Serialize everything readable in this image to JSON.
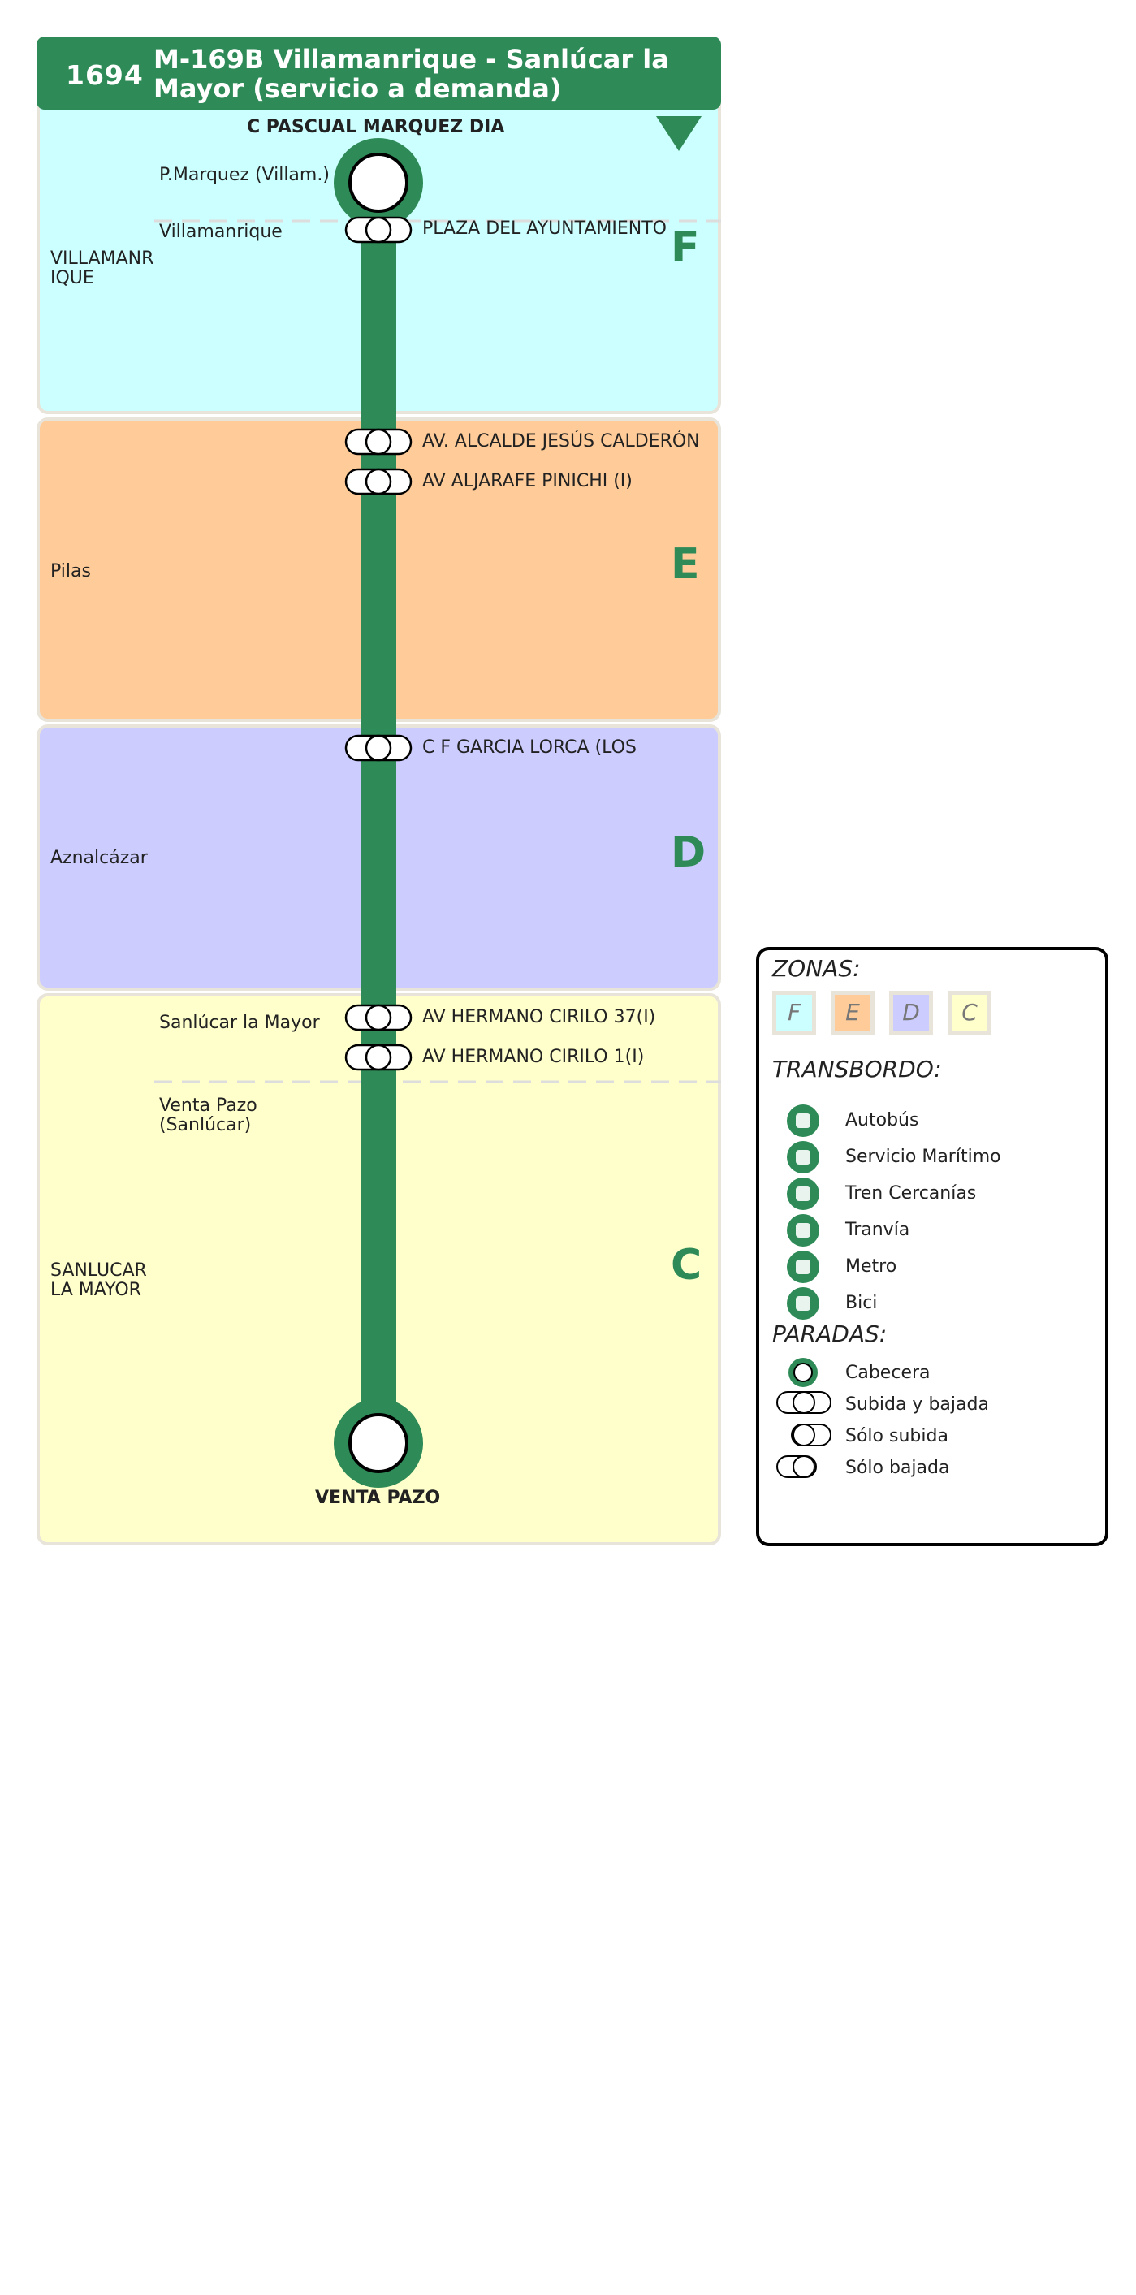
{
  "header": {
    "code": "1694",
    "title": "M-169B Villamanrique - Sanlúcar la Mayor (servicio a demanda)"
  },
  "colors": {
    "line": "#2e8b57",
    "zone_f": "#ccffff",
    "zone_e": "#ffcc99",
    "zone_d": "#ccccff",
    "zone_c": "#ffffcc",
    "border": "#e8e4da"
  },
  "terminals": {
    "start": "C  PASCUAL MARQUEZ  DIA",
    "end": "VENTA PAZO"
  },
  "direction_icon": "triangle-down-icon",
  "zones": [
    {
      "letter": "F",
      "municipality": "VILLAMANR IQUE"
    },
    {
      "letter": "E",
      "municipality": "Pilas"
    },
    {
      "letter": "D",
      "municipality": "Aznalcázar"
    },
    {
      "letter": "C",
      "municipality": "SANLUCAR LA MAYOR"
    }
  ],
  "localities": [
    "P.Marquez (Villam.)",
    "Villamanrique",
    "Sanlúcar la Mayor",
    "Venta Pazo (Sanlúcar)"
  ],
  "stops": [
    {
      "name": "PLAZA DEL AYUNTAMIENTO",
      "type": "subida-bajada"
    },
    {
      "name": "AV. ALCALDE JESÚS CALDERÓN",
      "type": "subida-bajada"
    },
    {
      "name": "AV ALJARAFE PINICHI (I)",
      "type": "subida-bajada"
    },
    {
      "name": "C F GARCIA LORCA (LOS",
      "type": "subida-bajada"
    },
    {
      "name": "AV HERMANO CIRILO 37(I)",
      "type": "subida-bajada"
    },
    {
      "name": "AV HERMANO CIRILO 1(I)",
      "type": "subida-bajada"
    }
  ],
  "legend": {
    "zonas_title": "ZONAS:",
    "zonas": [
      "F",
      "E",
      "D",
      "C"
    ],
    "transbordo_title": "TRANSBORDO:",
    "transbordo": [
      {
        "label": "Autobús",
        "icon": "bus-icon"
      },
      {
        "label": "Servicio Marítimo",
        "icon": "ship-icon"
      },
      {
        "label": "Tren Cercanías",
        "icon": "train-icon"
      },
      {
        "label": "Tranvía",
        "icon": "tram-icon"
      },
      {
        "label": "Metro",
        "icon": "metro-icon"
      },
      {
        "label": "Bici",
        "icon": "bike-icon"
      }
    ],
    "paradas_title": "PARADAS:",
    "paradas": [
      {
        "label": "Cabecera",
        "icon": "terminal-icon"
      },
      {
        "label": "Subida y bajada",
        "icon": "board-alight-icon"
      },
      {
        "label": "Sólo subida",
        "icon": "board-only-icon"
      },
      {
        "label": "Sólo bajada",
        "icon": "alight-only-icon"
      }
    ]
  }
}
